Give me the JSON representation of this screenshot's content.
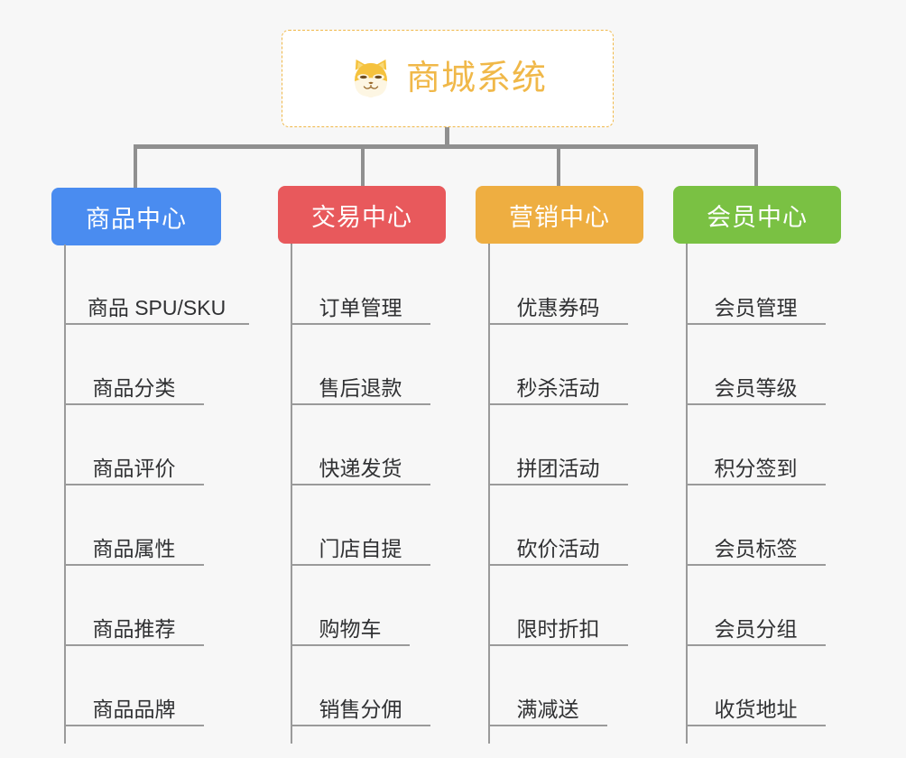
{
  "canvas": {
    "background": "#f7f7f7",
    "connector_color": "#909090",
    "leaf_line_color": "#9a9a9a",
    "leaf_text_color": "#303133"
  },
  "root": {
    "title": "商城系统",
    "icon": "shiba-dog-icon",
    "accent": "#f0b849",
    "border_style": "dashed",
    "background": "#ffffff"
  },
  "branches": [
    {
      "title": "商品中心",
      "color": "#4a8cf0",
      "items": [
        "商品 SPU/SKU",
        "商品分类",
        "商品评价",
        "商品属性",
        "商品推荐",
        "商品品牌"
      ]
    },
    {
      "title": "交易中心",
      "color": "#e8595c",
      "items": [
        "订单管理",
        "售后退款",
        "快递发货",
        "门店自提",
        "购物车",
        "销售分佣"
      ]
    },
    {
      "title": "营销中心",
      "color": "#eeae41",
      "items": [
        "优惠券码",
        "秒杀活动",
        "拼团活动",
        "砍价活动",
        "限时折扣",
        "满减送"
      ]
    },
    {
      "title": "会员中心",
      "color": "#7ac143",
      "items": [
        "会员管理",
        "会员等级",
        "积分签到",
        "会员标签",
        "会员分组",
        "收货地址"
      ]
    }
  ]
}
